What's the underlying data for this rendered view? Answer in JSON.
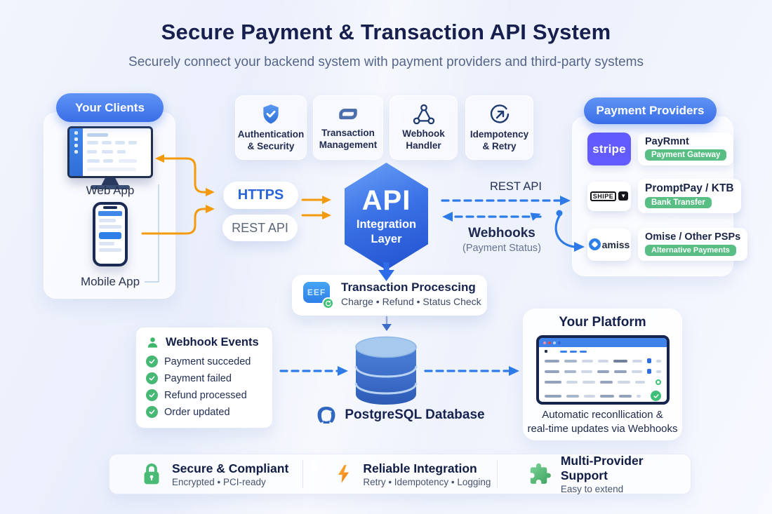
{
  "header": {
    "title": "Secure Payment & Transaction API System",
    "subtitle": "Securely connect your backend system with payment providers and third-party systems"
  },
  "clients": {
    "badge": "Your Clients",
    "web_app_label": "Web App",
    "mobile_app_label": "Mobile App"
  },
  "top_cards": [
    {
      "line1": "Authentication",
      "line2": "& Security",
      "icon": "shield-check-icon"
    },
    {
      "line1": "Transaction",
      "line2": "Management",
      "icon": "sync-icon"
    },
    {
      "line1": "Webhook",
      "line2": "Handler",
      "icon": "webhook-icon"
    },
    {
      "line1": "Idempotency",
      "line2": "& Retry",
      "icon": "retry-icon"
    }
  ],
  "transport": {
    "https_label": "HTTPS",
    "rest_label": "REST API"
  },
  "api": {
    "word": "API",
    "line1": "Integration",
    "line2": "Layer"
  },
  "flows": {
    "rest_label": "REST API",
    "webhooks_label": "Webhooks",
    "webhooks_sub": "(Payment Status)"
  },
  "providers": {
    "badge": "Payment Providers",
    "items": [
      {
        "logo_text": "stripe",
        "title": "PayRmnt",
        "tag": "Payment Gateway"
      },
      {
        "logo_text": "SHIPE",
        "title": "PromptPay / KTB",
        "tag": "Bank Transfer"
      },
      {
        "logo_text": "amiss",
        "title": "Omise / Other PSPs",
        "tag": "Alternative Payments"
      }
    ]
  },
  "processing": {
    "title": "Transaction Procescing",
    "subtitle": "Charge • Refund • Status Check",
    "icon_text": "EEF"
  },
  "database": {
    "label": "PostgreSQL Database"
  },
  "events": {
    "title": "Webhook Events",
    "items": [
      "Payment succeded",
      "Payment failed",
      "Refund processed",
      "Order updated"
    ]
  },
  "platform": {
    "title": "Your Platform",
    "caption1": "Automatic reconllication &",
    "caption2": "real-time updates via Webhooks"
  },
  "bottom_features": [
    {
      "title": "Secure & Compliant",
      "subtitle": "Encrypted • PCI-ready",
      "icon": "lock-icon"
    },
    {
      "title": "Reliable Integration",
      "subtitle": "Retry • Idempotency • Logging",
      "icon": "bolt-icon"
    },
    {
      "title": "Multi-Provider Support",
      "subtitle": "Easy to extend",
      "icon": "puzzle-icon"
    }
  ],
  "colors": {
    "accent_blue": "#3a6ee8",
    "dashed_blue": "#2E7BE8",
    "accent_orange": "#F49A0D",
    "accent_green": "#58BE84",
    "stripe_purple": "#635BFF",
    "navy_text": "#161f4e"
  }
}
